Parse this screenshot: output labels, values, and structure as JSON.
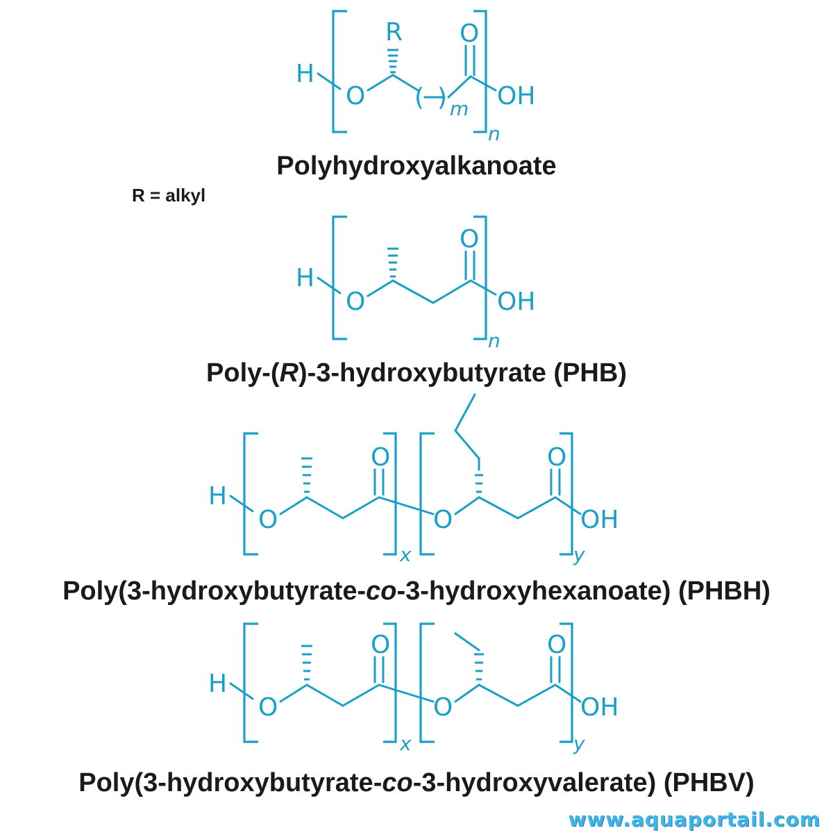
{
  "colors": {
    "structure": "#1a9fc6",
    "caption": "#1a1a1a",
    "watermark": "#3fb4e8"
  },
  "atoms": {
    "h": "H",
    "o": "O",
    "oh": "OH",
    "r": "R",
    "paren_open": "(",
    "paren_close": ")"
  },
  "subscripts": {
    "m": "m",
    "n": "n",
    "x": "x",
    "y": "y"
  },
  "pha": {
    "caption": "Polyhydroxyalkanoate"
  },
  "r_definition": "R = alkyl",
  "phb": {
    "caption_pre": "Poly-(",
    "caption_italic": "R",
    "caption_post": ")-3-hydroxybutyrate (PHB)"
  },
  "phbh": {
    "caption_pre": "Poly(3-hydroxybutyrate-",
    "caption_italic": "co",
    "caption_post": "-3-hydroxyhexanoate) (PHBH)"
  },
  "phbv": {
    "caption_pre": "Poly(3-hydroxybutyrate-",
    "caption_italic": "co",
    "caption_post": "-3-hydroxyvalerate) (PHBV)"
  },
  "watermark": "www.aquaportail.com"
}
